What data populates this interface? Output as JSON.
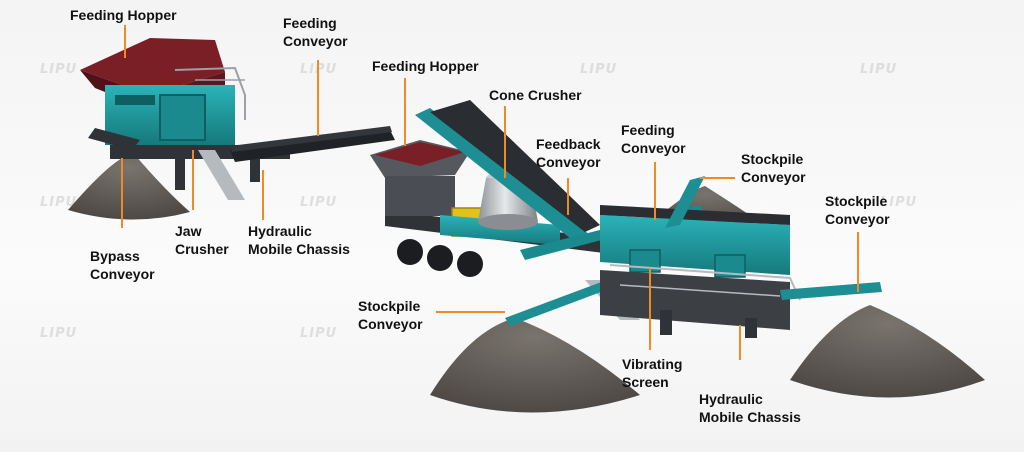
{
  "labels": {
    "feeding_hopper_1": "Feeding Hopper",
    "feeding_conveyor_1": [
      "Feeding",
      "Conveyor"
    ],
    "feeding_hopper_2": "Feeding Hopper",
    "cone_crusher": "Cone Crusher",
    "feedback_conveyor": [
      "Feedback",
      "Conveyor"
    ],
    "feeding_conveyor_2": [
      "Feeding",
      "Conveyor"
    ],
    "stockpile_conveyor_1": [
      "Stockpile",
      "Conveyor"
    ],
    "stockpile_conveyor_2": [
      "Stockpile",
      "Conveyor"
    ],
    "bypass_conveyor": [
      "Bypass",
      "Conveyor"
    ],
    "jaw_crusher": [
      "Jaw",
      "Crusher"
    ],
    "hydraulic_chassis_1": [
      "Hydraulic",
      "Mobile Chassis"
    ],
    "stockpile_conveyor_3": [
      "Stockpile",
      "Conveyor"
    ],
    "vibrating_screen": [
      "Vibrating",
      "Screen"
    ],
    "hydraulic_chassis_2": [
      "Hydraulic",
      "Mobile Chassis"
    ]
  },
  "watermark": "LIPU",
  "colors": {
    "leader_line": "#f08a24",
    "machine_teal": "#1f9ea3",
    "machine_dark": "#3c3f44",
    "hopper_red": "#7a1f26",
    "crusher_yellow": "#e0c21a",
    "stockpile": "#5f5a55"
  }
}
